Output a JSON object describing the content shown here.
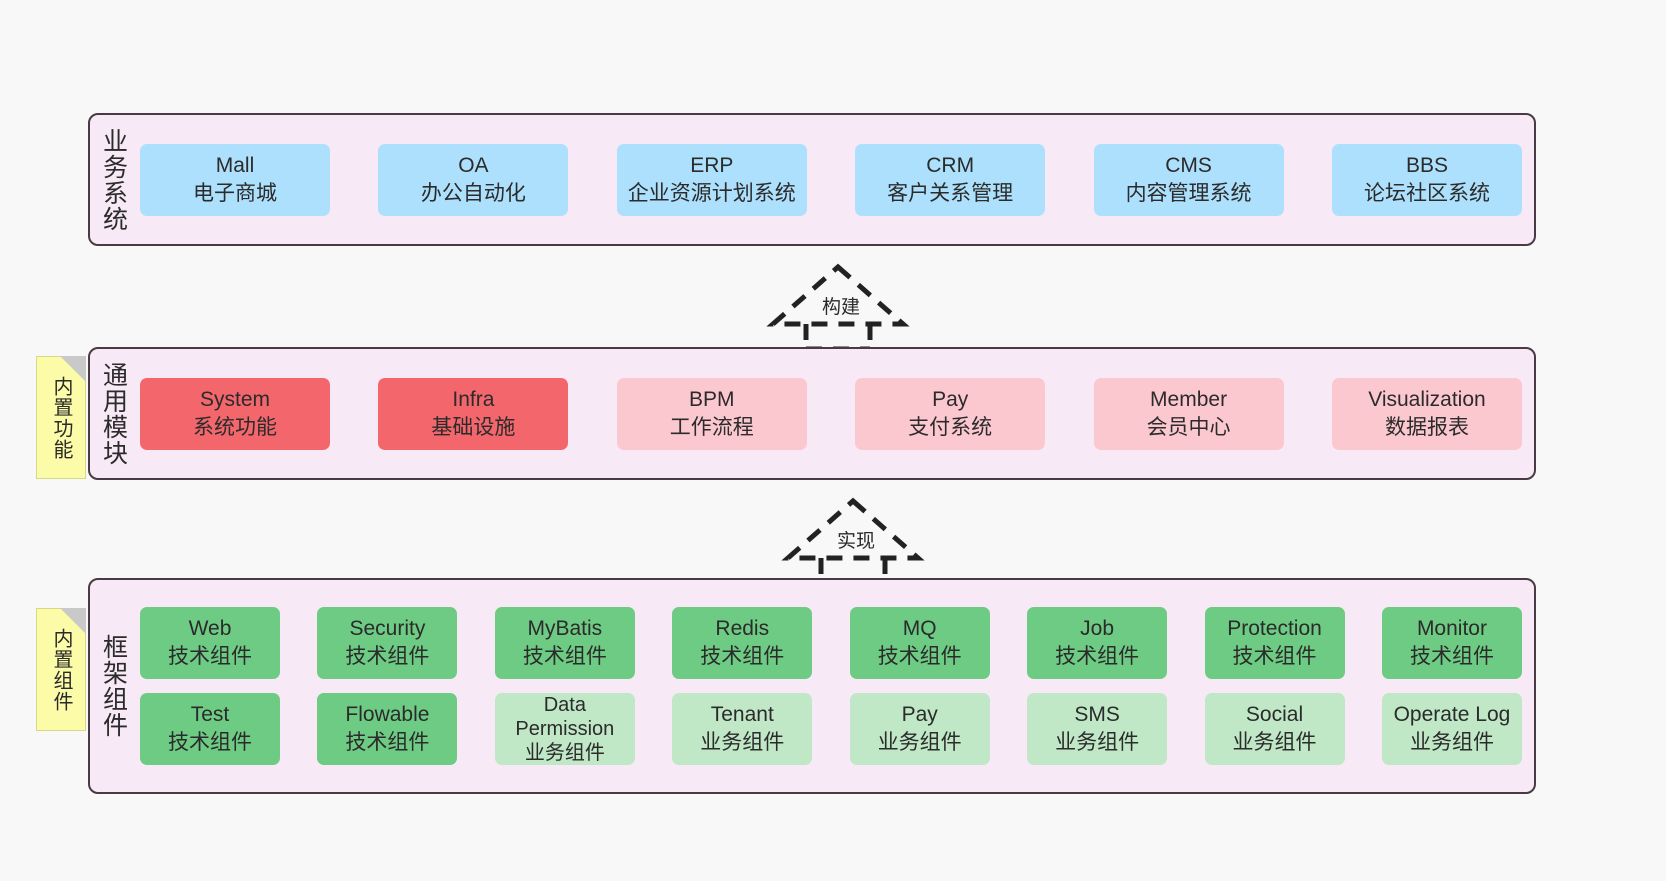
{
  "diagram": {
    "title": "",
    "colors": {
      "panel_background": "#f7eaf6",
      "panel_border": "#4a3a44",
      "business_node": "#ade0fc",
      "core_module_active": "#f3676c",
      "core_module_plain": "#fcc8cf",
      "framework_tech": "#6ecb84",
      "framework_business": "#c0e8c7",
      "note_background": "#fcfca8",
      "page_background": "#f8f8f8"
    }
  },
  "layers": [
    {
      "id": "business-system",
      "title": "业务系统",
      "note": null,
      "rows": [
        {
          "nodes": [
            {
              "name": "Mall",
              "desc": "电子商城",
              "style": "blue"
            },
            {
              "name": "OA",
              "desc": "办公自动化",
              "style": "blue"
            },
            {
              "name": "ERP",
              "desc": "企业资源计划系统",
              "style": "blue"
            },
            {
              "name": "CRM",
              "desc": "客户关系管理",
              "style": "blue"
            },
            {
              "name": "CMS",
              "desc": "内容管理系统",
              "style": "blue"
            },
            {
              "name": "BBS",
              "desc": "论坛社区系统",
              "style": "blue"
            }
          ]
        }
      ]
    },
    {
      "id": "common-module",
      "title": "通用模块",
      "note": "内置功能",
      "rows": [
        {
          "nodes": [
            {
              "name": "System",
              "desc": "系统功能",
              "style": "red"
            },
            {
              "name": "Infra",
              "desc": "基础设施",
              "style": "red"
            },
            {
              "name": "BPM",
              "desc": "工作流程",
              "style": "pink"
            },
            {
              "name": "Pay",
              "desc": "支付系统",
              "style": "pink"
            },
            {
              "name": "Member",
              "desc": "会员中心",
              "style": "pink"
            },
            {
              "name": "Visualization",
              "desc": "数据报表",
              "style": "pink"
            }
          ]
        }
      ]
    },
    {
      "id": "framework-component",
      "title": "框架组件",
      "note": "内置组件",
      "rows": [
        {
          "nodes": [
            {
              "name": "Web",
              "desc": "技术组件",
              "style": "green"
            },
            {
              "name": "Security",
              "desc": "技术组件",
              "style": "green"
            },
            {
              "name": "MyBatis",
              "desc": "技术组件",
              "style": "green"
            },
            {
              "name": "Redis",
              "desc": "技术组件",
              "style": "green"
            },
            {
              "name": "MQ",
              "desc": "技术组件",
              "style": "green"
            },
            {
              "name": "Job",
              "desc": "技术组件",
              "style": "green"
            },
            {
              "name": "Protection",
              "desc": "技术组件",
              "style": "green"
            },
            {
              "name": "Monitor",
              "desc": "技术组件",
              "style": "green"
            }
          ]
        },
        {
          "nodes": [
            {
              "name": "Test",
              "desc": "技术组件",
              "style": "green"
            },
            {
              "name": "Flowable",
              "desc": "技术组件",
              "style": "green"
            },
            {
              "name": "Data Permission",
              "desc": "业务组件",
              "style": "lgreen",
              "wrap": true
            },
            {
              "name": "Tenant",
              "desc": "业务组件",
              "style": "lgreen"
            },
            {
              "name": "Pay",
              "desc": "业务组件",
              "style": "lgreen"
            },
            {
              "name": "SMS",
              "desc": "业务组件",
              "style": "lgreen"
            },
            {
              "name": "Social",
              "desc": "业务组件",
              "style": "lgreen"
            },
            {
              "name": "Operate Log",
              "desc": "业务组件",
              "style": "lgreen"
            }
          ]
        }
      ]
    }
  ],
  "connectors": [
    {
      "id": "build",
      "label": "构建"
    },
    {
      "id": "implement",
      "label": "实现"
    }
  ]
}
